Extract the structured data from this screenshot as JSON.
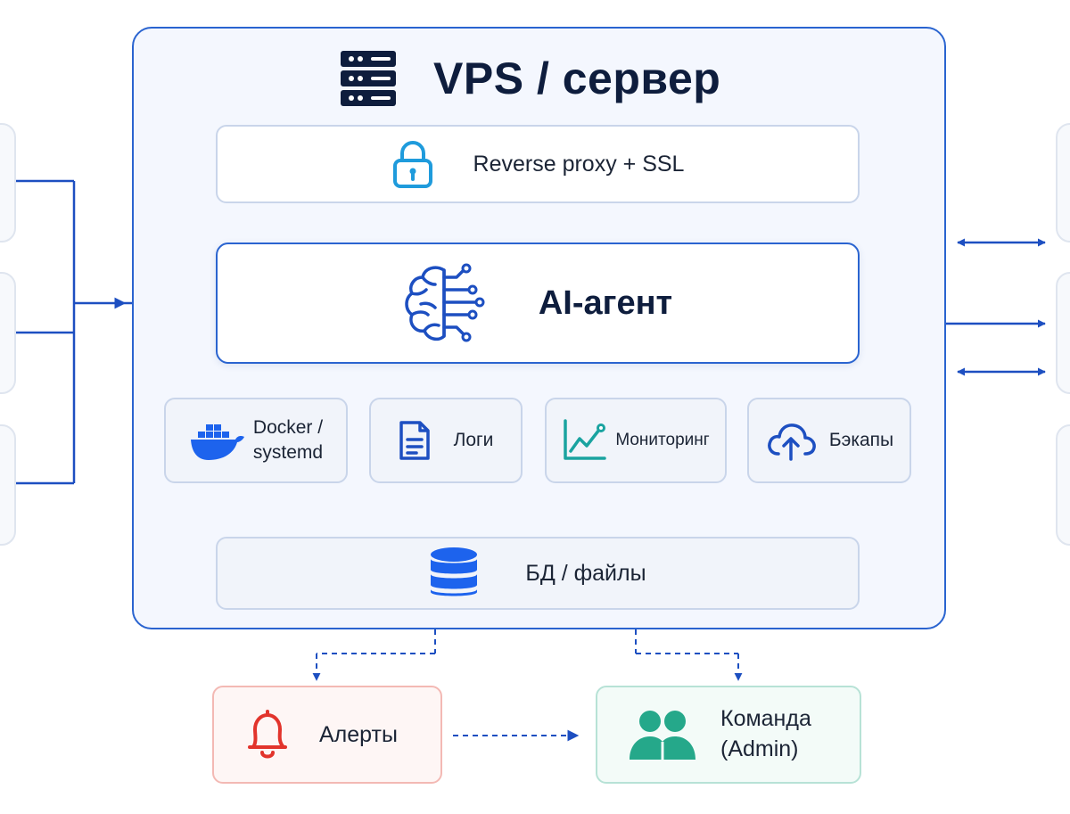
{
  "vps": {
    "title": "VPS / сервер"
  },
  "proxy": {
    "label": "Reverse proxy + SSL"
  },
  "agent": {
    "label": "AI-агент"
  },
  "services": {
    "docker": {
      "line1": "Docker /",
      "line2": "systemd"
    },
    "logs": {
      "label": "Логи"
    },
    "monitoring": {
      "label": "Мониторинг"
    },
    "backups": {
      "label": "Бэкапы"
    }
  },
  "storage": {
    "label": "БД / файлы"
  },
  "alerts": {
    "label": "Алерты"
  },
  "team": {
    "line1": "Команда",
    "line2": "(Admin)"
  },
  "icons": {
    "server": "server-rack-icon",
    "lock": "lock-icon",
    "brain": "ai-brain-circuit-icon",
    "docker": "docker-whale-icon",
    "logs": "document-icon",
    "monitoring": "line-chart-icon",
    "backups": "cloud-upload-icon",
    "database": "database-icon",
    "bell": "bell-icon",
    "team": "users-icon"
  },
  "colors": {
    "accent": "#2a64d0",
    "arrow": "#1d4fc1",
    "alert": "#e2342c",
    "team": "#25a88a",
    "docker": "#1d63ed",
    "monitoring_teal": "#1aa3a0"
  }
}
